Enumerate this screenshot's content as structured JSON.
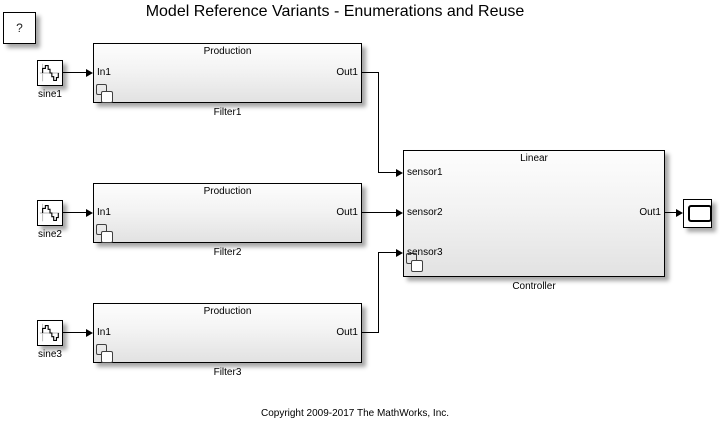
{
  "title": "Model Reference Variants - Enumerations and Reuse",
  "help": {
    "label": "?"
  },
  "copyright": "Copyright 2009-2017 The MathWorks, Inc.",
  "colors": {
    "background": "#ffffff",
    "block_border": "#000000",
    "block_gradient_top": "#fdfdfd",
    "block_gradient_bottom": "#e2e2e2",
    "wire": "#000000",
    "badge_border": "#404040"
  },
  "icons": {
    "source": "sine-wave-icon",
    "badge": "model-reference-icon",
    "sink": "scope-display-icon"
  },
  "sources": [
    {
      "name": "sine1"
    },
    {
      "name": "sine2"
    },
    {
      "name": "sine3"
    }
  ],
  "filters": [
    {
      "name": "Filter1",
      "variant_label": "Production",
      "input_port": "In1",
      "output_port": "Out1"
    },
    {
      "name": "Filter2",
      "variant_label": "Production",
      "input_port": "In1",
      "output_port": "Out1"
    },
    {
      "name": "Filter3",
      "variant_label": "Production",
      "input_port": "In1",
      "output_port": "Out1"
    }
  ],
  "controller": {
    "name": "Controller",
    "variant_label": "Linear",
    "input_ports": [
      "sensor1",
      "sensor2",
      "sensor3"
    ],
    "output_port": "Out1"
  }
}
